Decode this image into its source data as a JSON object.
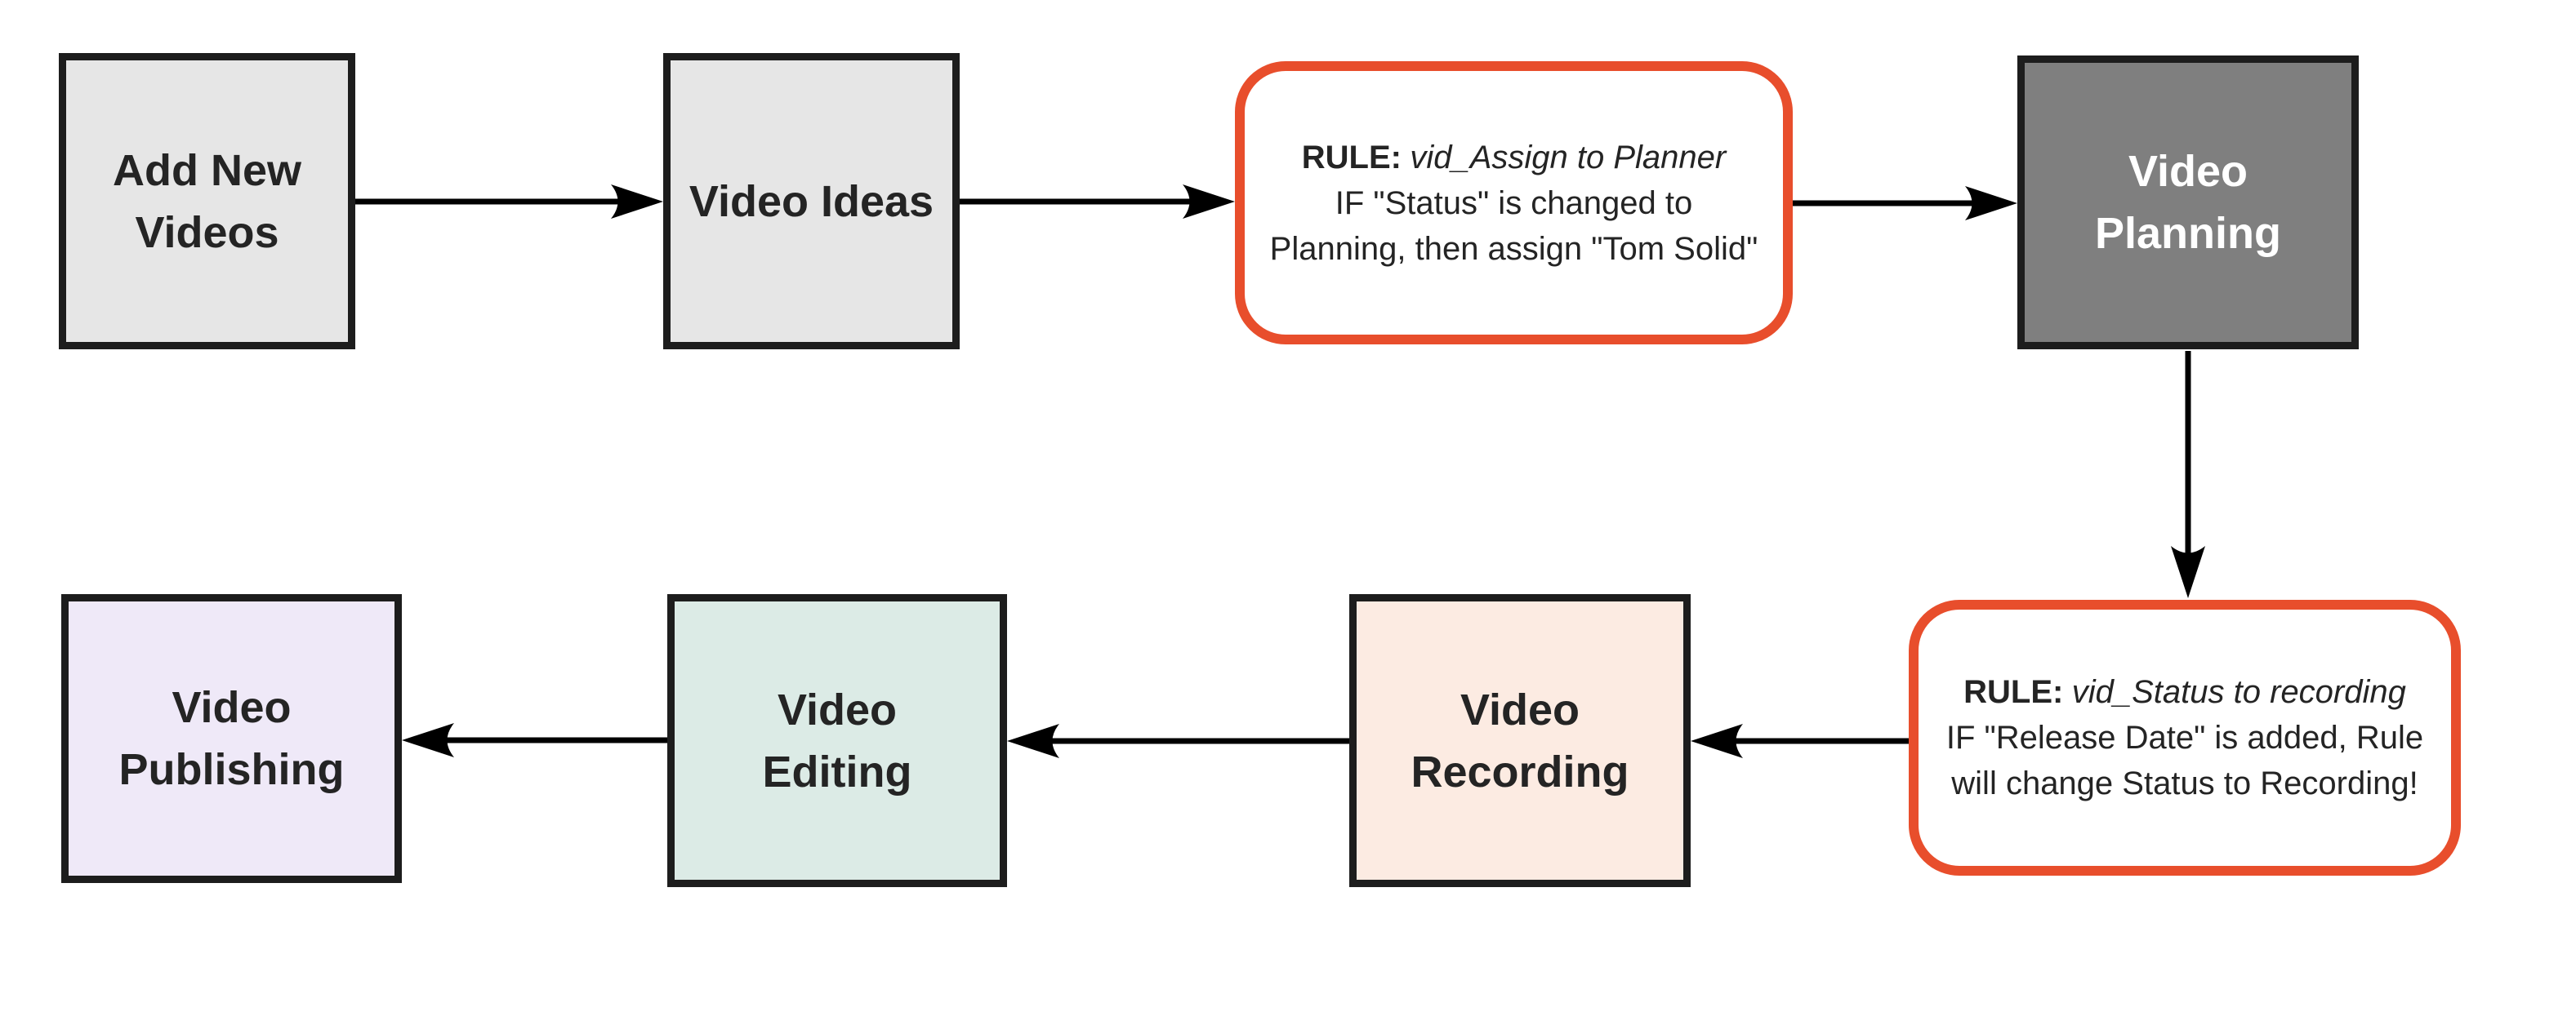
{
  "diagram": {
    "colors": {
      "background": "#ffffff",
      "node_border": "#1d1d1d",
      "arrow": "#000000",
      "rule_border": "#e84e2c",
      "rule_fill": "#ffffff",
      "gray_fill": "#e6e6e6",
      "dark_gray_fill": "#7f7f7f",
      "peach_fill": "#fcebe2",
      "teal_fill": "#dcebe6",
      "lavender_fill": "#efe9f8",
      "text_dark": "#242424",
      "text_light": "#ffffff"
    },
    "nodes": {
      "add_new_videos": {
        "lines": [
          "Add New",
          "Videos"
        ]
      },
      "video_ideas": {
        "lines": [
          "Video Ideas"
        ]
      },
      "rule_assign_planner": {
        "label": "RULE:",
        "name": "vid_Assign to Planner",
        "body": [
          "IF \"Status\" is changed to",
          "Planning, then assign \"Tom Solid\""
        ]
      },
      "video_planning": {
        "lines": [
          "Video",
          "Planning"
        ]
      },
      "rule_status_recording": {
        "label": "RULE:",
        "name": "vid_Status to recording",
        "body": [
          "IF \"Release Date\" is added, Rule",
          "will change Status to Recording!"
        ]
      },
      "video_recording": {
        "lines": [
          "Video",
          "Recording"
        ]
      },
      "video_editing": {
        "lines": [
          "Video",
          "Editing"
        ]
      },
      "video_publishing": {
        "lines": [
          "Video",
          "Publishing"
        ]
      }
    },
    "flow": [
      {
        "from": "Add New Videos",
        "to": "Video Ideas"
      },
      {
        "from": "Video Ideas",
        "to": "RULE: vid_Assign to Planner"
      },
      {
        "from": "RULE: vid_Assign to Planner",
        "to": "Video Planning"
      },
      {
        "from": "Video Planning",
        "to": "RULE: vid_Status to recording"
      },
      {
        "from": "RULE: vid_Status to recording",
        "to": "Video Recording"
      },
      {
        "from": "Video Recording",
        "to": "Video Editing"
      },
      {
        "from": "Video Editing",
        "to": "Video Publishing"
      }
    ]
  }
}
